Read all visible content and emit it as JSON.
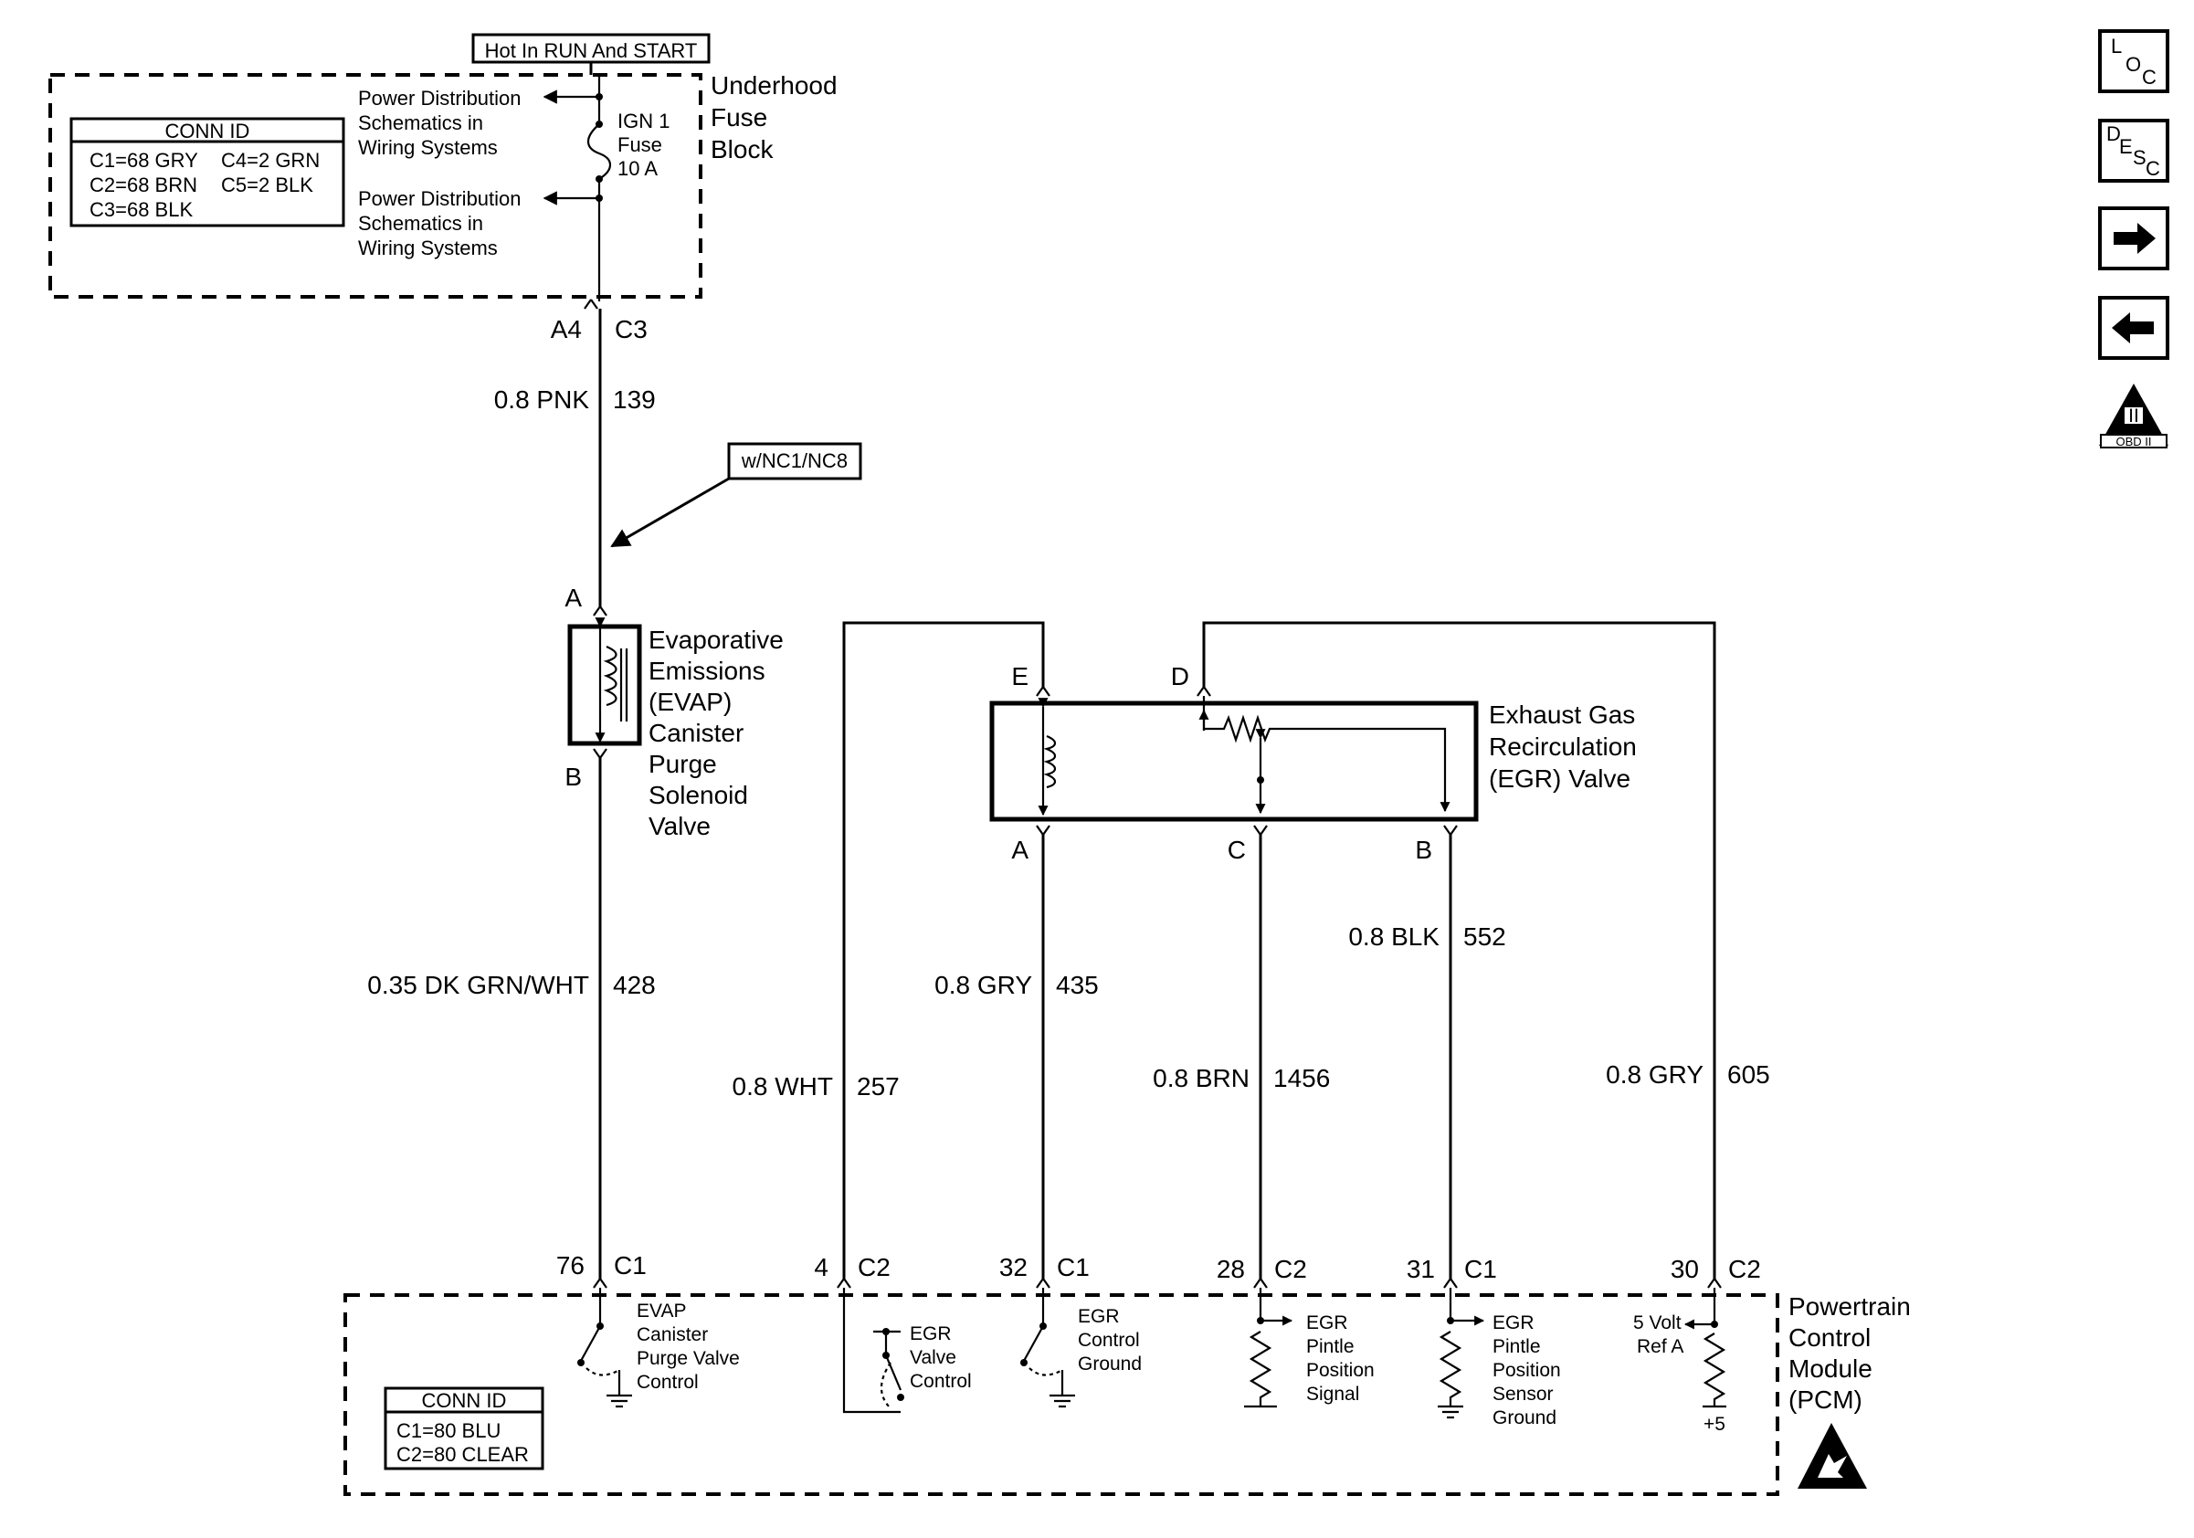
{
  "fuse_block": {
    "hot_label": "Hot In RUN And START",
    "name_lines": [
      "Underhood",
      "Fuse",
      "Block"
    ],
    "pd_note_1": [
      "Power Distribution",
      "Schematics in",
      "Wiring Systems"
    ],
    "pd_note_2": [
      "Power Distribution",
      "Schematics in",
      "Wiring Systems"
    ],
    "fuse_lines": [
      "IGN 1",
      "Fuse",
      "10 A"
    ],
    "conn_title": "CONN ID",
    "conn_rows": [
      [
        "C1=68 GRY",
        "C4=2 GRN"
      ],
      [
        "C2=68 BRN",
        "C5=2 BLK"
      ],
      [
        "C3=68 BLK",
        ""
      ]
    ]
  },
  "evap": {
    "name_lines": [
      "Evaporative",
      "Emissions",
      "(EVAP)",
      "Canister",
      "Purge",
      "Solenoid",
      "Valve"
    ],
    "pin_top": "A",
    "pin_bottom": "B",
    "option_label": "w/NC1/NC8"
  },
  "egr": {
    "name_lines": [
      "Exhaust Gas",
      "Recirculation",
      "(EGR) Valve"
    ],
    "pins": {
      "E": "E",
      "D": "D",
      "A": "A",
      "C": "C",
      "B": "B"
    }
  },
  "wires": {
    "w139": {
      "pin_left": "A4",
      "pin_right": "C3",
      "size_color": "0.8 PNK",
      "circuit": "139"
    },
    "w428": {
      "size_color": "0.35 DK GRN/WHT",
      "circuit": "428",
      "pcm_pin": "76",
      "pcm_conn": "C1"
    },
    "w257": {
      "size_color": "0.8 WHT",
      "circuit": "257",
      "pcm_pin": "4",
      "pcm_conn": "C2"
    },
    "w435": {
      "size_color": "0.8 GRY",
      "circuit": "435",
      "pcm_pin": "32",
      "pcm_conn": "C1"
    },
    "w1456": {
      "size_color": "0.8 BRN",
      "circuit": "1456",
      "pcm_pin": "28",
      "pcm_conn": "C2"
    },
    "w552": {
      "size_color": "0.8 BLK",
      "circuit": "552",
      "pcm_pin": "31",
      "pcm_conn": "C1"
    },
    "w605": {
      "size_color": "0.8 GRY",
      "circuit": "605",
      "pcm_pin": "30",
      "pcm_conn": "C2"
    }
  },
  "pcm": {
    "name_lines": [
      "Powertrain",
      "Control",
      "Module",
      "(PCM)"
    ],
    "circuits": {
      "evap_ctrl": [
        "EVAP",
        "Canister",
        "Purge Valve",
        "Control"
      ],
      "egr_ctrl": [
        "EGR",
        "Valve",
        "Control"
      ],
      "egr_ground": [
        "EGR",
        "Control",
        "Ground"
      ],
      "pintle_signal": [
        "EGR",
        "Pintle",
        "Position",
        "Signal"
      ],
      "pintle_ground": [
        "EGR",
        "Pintle",
        "Position",
        "Sensor",
        "Ground"
      ],
      "ref": [
        "5 Volt",
        "Ref A"
      ]
    },
    "plus5": "+5",
    "conn_title": "CONN ID",
    "conn_rows": [
      "C1=80 BLU",
      "C2=80 CLEAR"
    ]
  },
  "nav": {
    "loc": {
      "l1": "L",
      "l2": "O",
      "l3": "C"
    },
    "desc": {
      "l1": "D",
      "l2": "E",
      "l3": "S",
      "l4": "C"
    },
    "obd_numeral": "II",
    "obd_label": "OBD II"
  }
}
